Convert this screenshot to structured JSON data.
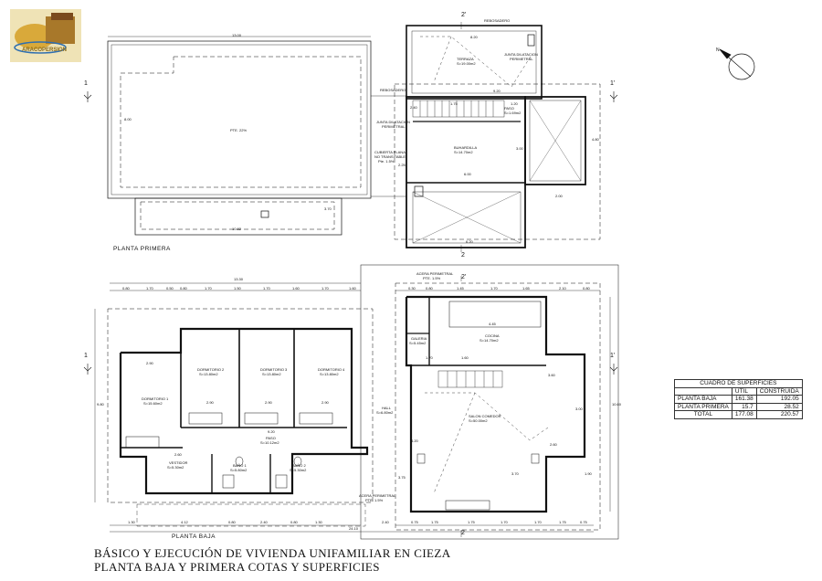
{
  "logo": {
    "text": "ARACOPERSION",
    "colors": {
      "main": "#d9a93a",
      "accent": "#7a4a1e",
      "rim": "#2f6fb0"
    }
  },
  "titles": {
    "line1": "BÁSICO Y EJECUCIÓN DE VIVIENDA UNIFAMILIAR EN CIEZA",
    "line2": "PLANTA BAJA Y PRIMERA COTAS Y SUPERFICIES"
  },
  "plans": {
    "upper": "PLANTA  PRIMERA",
    "ground": "PLANTA  BAJA"
  },
  "section_marks": {
    "s1": "1",
    "s1p": "1'",
    "s2": "2",
    "s2p": "2'"
  },
  "north": {
    "label": "N"
  },
  "upper_labels": {
    "pte": "PTE. 22%",
    "buhardilla": "BUHARDILLA",
    "buhardilla_area": "S=14.70m2",
    "terraza": "TERRAZA",
    "terraza_area": "S=19.00m2",
    "paso": "PASO",
    "paso_area": "S=1.69m2",
    "rebosadero": "REBOSADERO",
    "rebosadero2": "REBOSADERO",
    "junta1": "JUNTA DILATACION",
    "junta1b": "PERIMETRAL",
    "junta2": "JUNTA DILATACION",
    "junta2b": "PERIMETRAL",
    "cubierta": "CUBIERTA PLANA",
    "cubierta2": "NO TRANSITABLE",
    "cubierta3": "Pte. 1.5%"
  },
  "ground_labels": {
    "d1": "DORMITORIO 1",
    "d1a": "S=15.60m2",
    "d2": "DORMITORIO 2",
    "d2a": "S=13.80m2",
    "d3": "DORMITORIO 3",
    "d3a": "S=13.80m2",
    "d4": "DORMITORIO 4",
    "d4a": "S=13.80m2",
    "pasillo": "PASO",
    "pasillo_a": "S=10.12m2",
    "vestidor": "VESTIDOR",
    "vestidor_a": "S=5.30m2",
    "bano1": "BAÑO 1",
    "bano1_a": "S=5.80m2",
    "bano2": "BAÑO 2",
    "bano2_a": "S=5.30m2",
    "hall": "HALL",
    "hall_a": "S=6.80m2",
    "galeria": "GALERIA",
    "galeria_a": "S=5.45m2",
    "cocina": "COCINA",
    "cocina_a": "S=14.70m2",
    "salon": "SALON COMEDOR",
    "salon_a": "S=50.00m2",
    "acera1": "ACERA PERIMETRAL",
    "acera1b": "PTE. 1.5%",
    "acera2": "ACERA PERIMETRAL",
    "acera2b": "PTE. 1.5%"
  },
  "dims": {
    "u1": "13.00",
    "u2": "8.00",
    "u3": "10.82",
    "u4": "3.70",
    "u5": "8.20",
    "u6": "9.20",
    "u7": "2.40",
    "u8": "1.20",
    "u9": "6.00",
    "u10": "4.80",
    "u11": "3.00",
    "u12": "6.20",
    "u13": "1.75",
    "u14": "2.25",
    "u15": "2.00",
    "gtop": "13.30",
    "gt": [
      "0.80",
      "1.70",
      "0.50",
      "0.80",
      "1.70",
      "1.50",
      "1.70",
      "1.60",
      "1.70",
      "1.60"
    ],
    "grt": [
      "0.30",
      "0.80",
      "1.45",
      "1.70",
      "1.65",
      "2.10",
      "0.80"
    ],
    "g1": "2.90",
    "g2": "2.90",
    "g3": "2.90",
    "g4": "2.90",
    "g5": "9.20",
    "g6": "2.60",
    "g7": "4.45",
    "g8": "3.60",
    "g9": "1.70",
    "g10": "1.60",
    "g11": "2.60",
    "g12": "9.80",
    "g13": "4.20",
    "g14": "3.75",
    "g15": "3.00",
    "g16": "10.60",
    "g17": "3.70",
    "g18": "1.90",
    "gb": [
      "1.30",
      "4.12",
      "0.80",
      "2.40",
      "0.80",
      "1.30"
    ],
    "gbr": [
      "2.40",
      "0.75",
      "1.75",
      "1.75",
      "1.70",
      "1.70",
      "1.75",
      "0.75"
    ],
    "gbt": "24.10"
  },
  "superficies": {
    "title": "CUADRO DE SUPERFICIES",
    "h_util": "UTIL",
    "h_const": "CONSTRUIDA",
    "rows": [
      {
        "name": "PLANTA BAJA",
        "util": "161.38",
        "const": "192.05"
      },
      {
        "name": "PLANTA PRIMERA",
        "util": "15.7",
        "const": "28.52"
      },
      {
        "name": "TOTAL",
        "util": "177.08",
        "const": "220.57"
      }
    ]
  }
}
